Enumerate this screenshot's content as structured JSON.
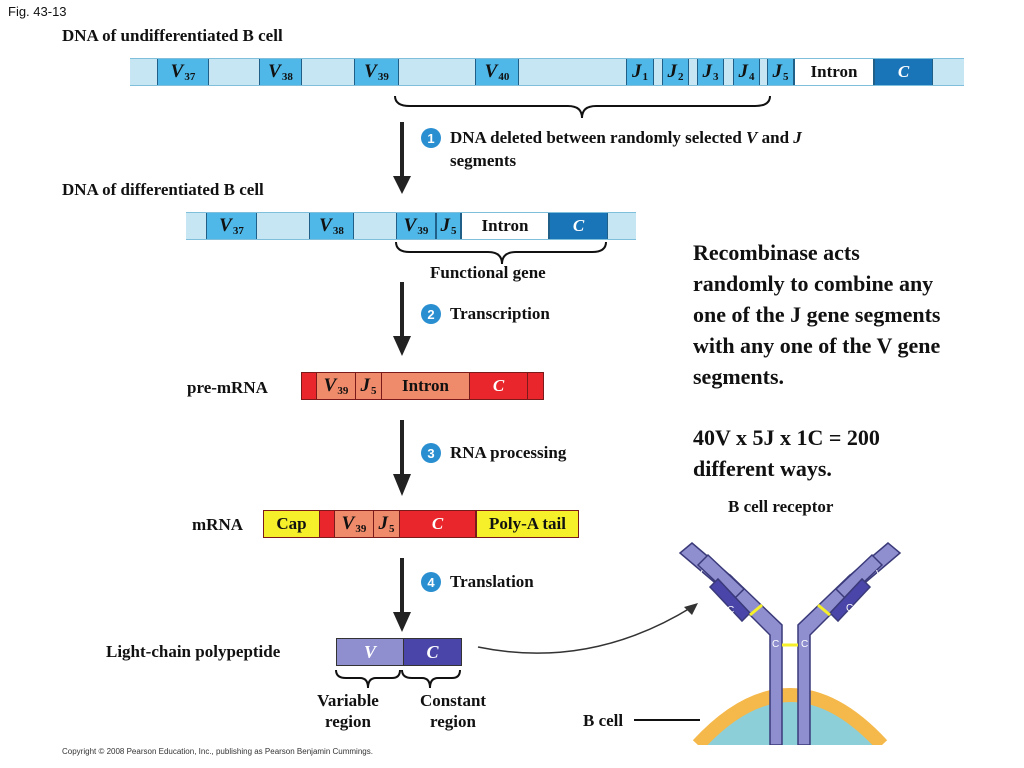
{
  "fig_label": "Fig. 43-13",
  "dna_undiff": {
    "title": "DNA of undifferentiated B cell",
    "v_segments": [
      {
        "letter": "V",
        "sub": "37"
      },
      {
        "letter": "V",
        "sub": "38"
      },
      {
        "letter": "V",
        "sub": "39"
      },
      {
        "letter": "V",
        "sub": "40"
      }
    ],
    "j_segments": [
      {
        "letter": "J",
        "sub": "1"
      },
      {
        "letter": "J",
        "sub": "2"
      },
      {
        "letter": "J",
        "sub": "3"
      },
      {
        "letter": "J",
        "sub": "4"
      },
      {
        "letter": "J",
        "sub": "5"
      }
    ],
    "intron": "Intron",
    "c": "C"
  },
  "step1": {
    "number": "1",
    "text_line1_a": "DNA deleted between randomly selected ",
    "text_line1_v": "V",
    "text_line1_and": " and ",
    "text_line1_j": "J",
    "text_line2": "segments"
  },
  "dna_diff": {
    "title": "DNA of differentiated B cell",
    "segs": [
      {
        "letter": "V",
        "sub": "37"
      },
      {
        "letter": "V",
        "sub": "38"
      },
      {
        "letter": "V",
        "sub": "39"
      },
      {
        "letter": "J",
        "sub": "5"
      }
    ],
    "intron": "Intron",
    "c": "C",
    "brace_label": "Functional gene"
  },
  "step2": {
    "number": "2",
    "text": "Transcription"
  },
  "pre_mrna": {
    "label": "pre-mRNA",
    "v": {
      "letter": "V",
      "sub": "39"
    },
    "j": {
      "letter": "J",
      "sub": "5"
    },
    "intron": "Intron",
    "c": "C"
  },
  "step3": {
    "number": "3",
    "text": "RNA processing"
  },
  "mrna": {
    "label": "mRNA",
    "cap": "Cap",
    "v": {
      "letter": "V",
      "sub": "39"
    },
    "j": {
      "letter": "J",
      "sub": "5"
    },
    "c": "C",
    "polya": "Poly-A tail"
  },
  "step4": {
    "number": "4",
    "text": "Translation"
  },
  "polypeptide": {
    "label": "Light-chain polypeptide",
    "v": "V",
    "c": "C",
    "variable_line1": "Variable",
    "variable_line2": "region",
    "constant_line1": "Constant",
    "constant_line2": "region"
  },
  "side_text": {
    "line1": "Recombinase acts",
    "line2": "randomly to combine any",
    "line3": "one of the J gene segments",
    "line4": "with any one of the V gene",
    "line5": "segments.",
    "calc_line1": "40V x 5J x 1C = 200",
    "calc_line2": "different ways."
  },
  "receptor": {
    "title": "B cell receptor",
    "v": "V",
    "c": "C",
    "cell_label": "B cell"
  },
  "copyright": "Copyright © 2008 Pearson Education, Inc., publishing as Pearson Benjamin Cummings.",
  "colors": {
    "dna_light": "#c7e6f4",
    "dna_segment": "#4fb8e8",
    "constant_dark": "#1a74b8",
    "rna_red": "#e8262c",
    "intron_salmon": "#ef8a6a",
    "cap_yellow": "#f5f02a",
    "protein_v": "#8f8fd0",
    "protein_c": "#4a45a8",
    "step_blue": "#2a8fd0"
  }
}
